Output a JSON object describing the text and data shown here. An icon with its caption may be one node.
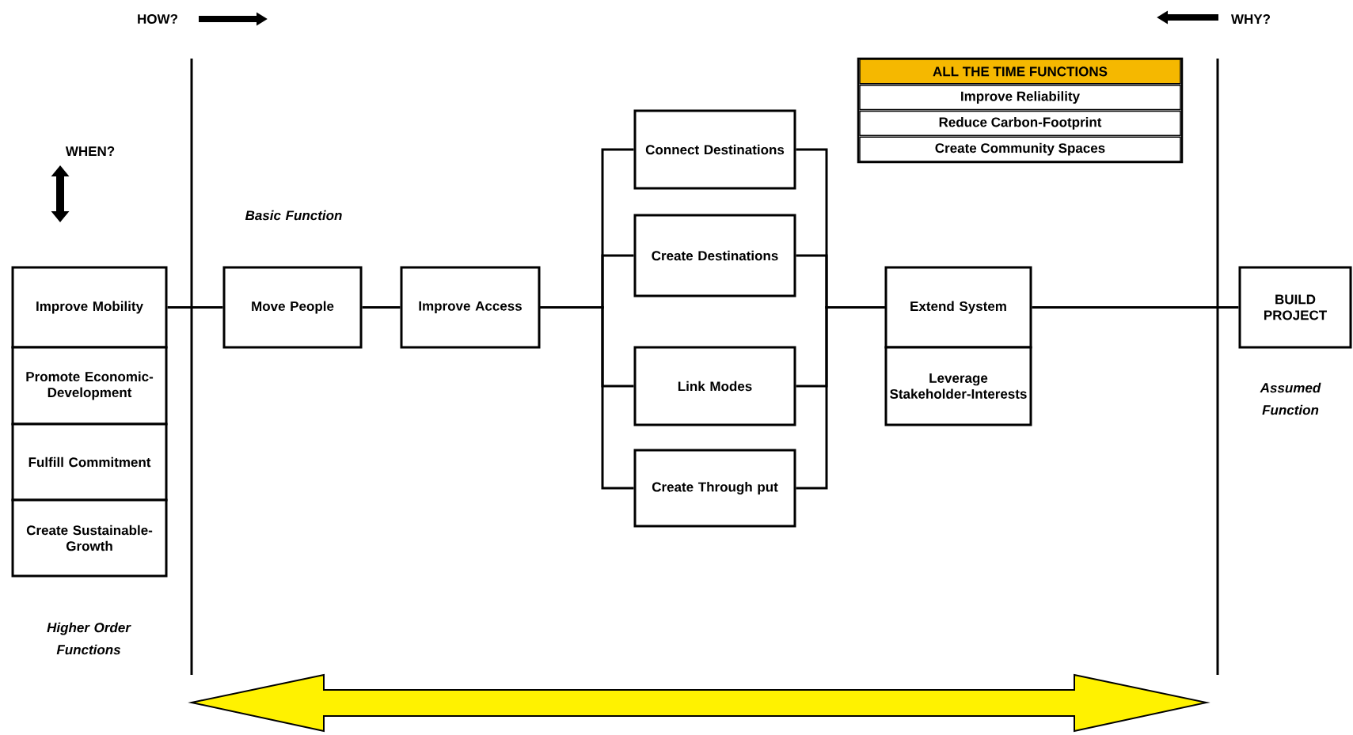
{
  "diagram": {
    "nodes": [
      {
        "text": [
          "Improve Mobility"
        ]
      },
      {
        "text": [
          "Promote Economic-Development"
        ]
      },
      {
        "text": [
          "Fulfill Commitment"
        ]
      },
      {
        "text": [
          "Create Sustainable-Growth"
        ]
      },
      {
        "text": [
          "Move People"
        ]
      },
      {
        "text": [
          "Improve Access"
        ]
      },
      {
        "text": [
          "Connect Destinations"
        ]
      },
      {
        "text": [
          "Create Destinations"
        ]
      },
      {
        "text": [
          "Link Modes"
        ]
      },
      {
        "text": [
          "Create Through put"
        ]
      },
      {
        "text": [
          "Extend System"
        ]
      },
      {
        "text": [
          "Leverage Stakeholder-Interests"
        ]
      },
      {
        "text": [
          "BUILD PROJECT"
        ]
      },
      {
        "text": [
          "ALL THE TIME FUNCTIONS",
          "Improve Reliability",
          "Reduce Carbon-Footprint",
          "Create Community Spaces"
        ]
      }
    ],
    "edges": [
      {
        "from": 0,
        "to": 4,
        "arrow": "none"
      },
      {
        "from": 4,
        "to": 5,
        "arrow": "none"
      },
      {
        "from": 5,
        "to": 6,
        "arrow": "none"
      },
      {
        "from": 5,
        "to": 7,
        "arrow": "none"
      },
      {
        "from": 5,
        "to": 8,
        "arrow": "none"
      },
      {
        "from": 5,
        "to": 9,
        "arrow": "none"
      },
      {
        "from": 6,
        "to": 10,
        "arrow": "none"
      },
      {
        "from": 7,
        "to": 10,
        "arrow": "none"
      },
      {
        "from": 8,
        "to": 10,
        "arrow": "none"
      },
      {
        "from": 9,
        "to": 10,
        "arrow": "none"
      },
      {
        "from": 10,
        "to": 12,
        "arrow": "none"
      }
    ],
    "labels": [
      "HOW?",
      "WHY?",
      "WHEN?",
      "Basic Function",
      "Higher Order Functions",
      "Assumed Function"
    ]
  }
}
